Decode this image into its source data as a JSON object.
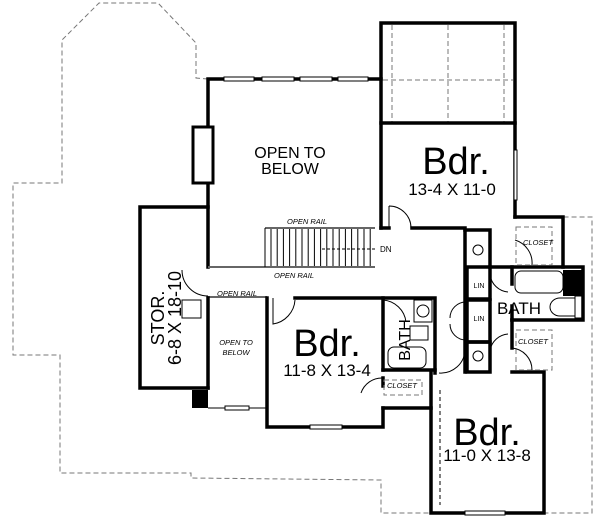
{
  "plan": {
    "rooms": {
      "open_to_below_main": {
        "line1": "OPEN TO",
        "line2": "BELOW"
      },
      "bedroom_top_right": {
        "label": "Bdr.",
        "size": "13-4 X 11-0"
      },
      "bedroom_middle": {
        "label": "Bdr.",
        "size": "11-8  X 13-4"
      },
      "bedroom_bottom_right": {
        "label": "Bdr.",
        "size": "11-0 X 13-8"
      },
      "storage": {
        "label": "STOR.",
        "size": "6-8 X 18-10"
      },
      "open_to_below_small": {
        "line1": "OPEN TO",
        "line2": "BELOW"
      },
      "bath_small": {
        "label": "BATH"
      },
      "bath_right": {
        "label": "BATH"
      }
    },
    "labels": {
      "open_rail_1": "OPEN RAIL",
      "open_rail_2": "OPEN RAIL",
      "open_rail_3": "OPEN RAIL",
      "stair_down": "DN",
      "closet_1": "CLOSET",
      "closet_2": "CLOSET",
      "closet_3": "CLOSET",
      "linen_1": "LIN",
      "linen_2": "LIN"
    }
  }
}
